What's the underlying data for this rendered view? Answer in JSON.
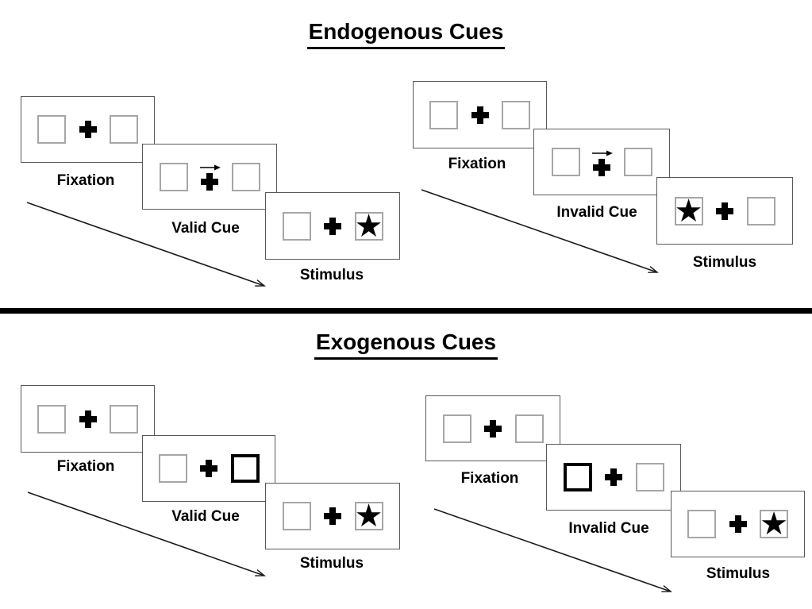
{
  "colors": {
    "background": "#ffffff",
    "panel_border": "#595959",
    "placeholder_box_border": "#a6a6a6",
    "ink": "#000000"
  },
  "glyphs": {
    "star": "★"
  },
  "sections": [
    {
      "title": "Endogenous Cues",
      "groups": [
        {
          "name": "endogenous-valid",
          "cue_type": "central-arrow-right",
          "target_side": "right",
          "panels": [
            {
              "label": "Fixation",
              "left_box": "empty",
              "center": "plus",
              "right_box": "empty"
            },
            {
              "label": "Valid Cue",
              "left_box": "empty",
              "center": "plus-with-right-arrow",
              "right_box": "empty"
            },
            {
              "label": "Stimulus",
              "left_box": "empty",
              "center": "plus",
              "right_box": "star"
            }
          ]
        },
        {
          "name": "endogenous-invalid",
          "cue_type": "central-arrow-right",
          "target_side": "left",
          "panels": [
            {
              "label": "Fixation",
              "left_box": "empty",
              "center": "plus",
              "right_box": "empty"
            },
            {
              "label": "Invalid Cue",
              "left_box": "empty",
              "center": "plus-with-right-arrow",
              "right_box": "empty"
            },
            {
              "label": "Stimulus",
              "left_box": "star",
              "center": "plus",
              "right_box": "empty"
            }
          ]
        }
      ]
    },
    {
      "title": "Exogenous Cues",
      "groups": [
        {
          "name": "exogenous-valid",
          "cue_type": "peripheral-bold-box-right",
          "target_side": "right",
          "panels": [
            {
              "label": "Fixation",
              "left_box": "empty",
              "center": "plus",
              "right_box": "empty"
            },
            {
              "label": "Valid Cue",
              "left_box": "empty",
              "center": "plus",
              "right_box": "bold-outline"
            },
            {
              "label": "Stimulus",
              "left_box": "empty",
              "center": "plus",
              "right_box": "star"
            }
          ]
        },
        {
          "name": "exogenous-invalid",
          "cue_type": "peripheral-bold-box-left",
          "target_side": "right",
          "panels": [
            {
              "label": "Fixation",
              "left_box": "empty",
              "center": "plus",
              "right_box": "empty"
            },
            {
              "label": "Invalid Cue",
              "left_box": "bold-outline",
              "center": "plus",
              "right_box": "empty"
            },
            {
              "label": "Stimulus",
              "left_box": "empty",
              "center": "plus",
              "right_box": "star"
            }
          ]
        }
      ]
    }
  ]
}
